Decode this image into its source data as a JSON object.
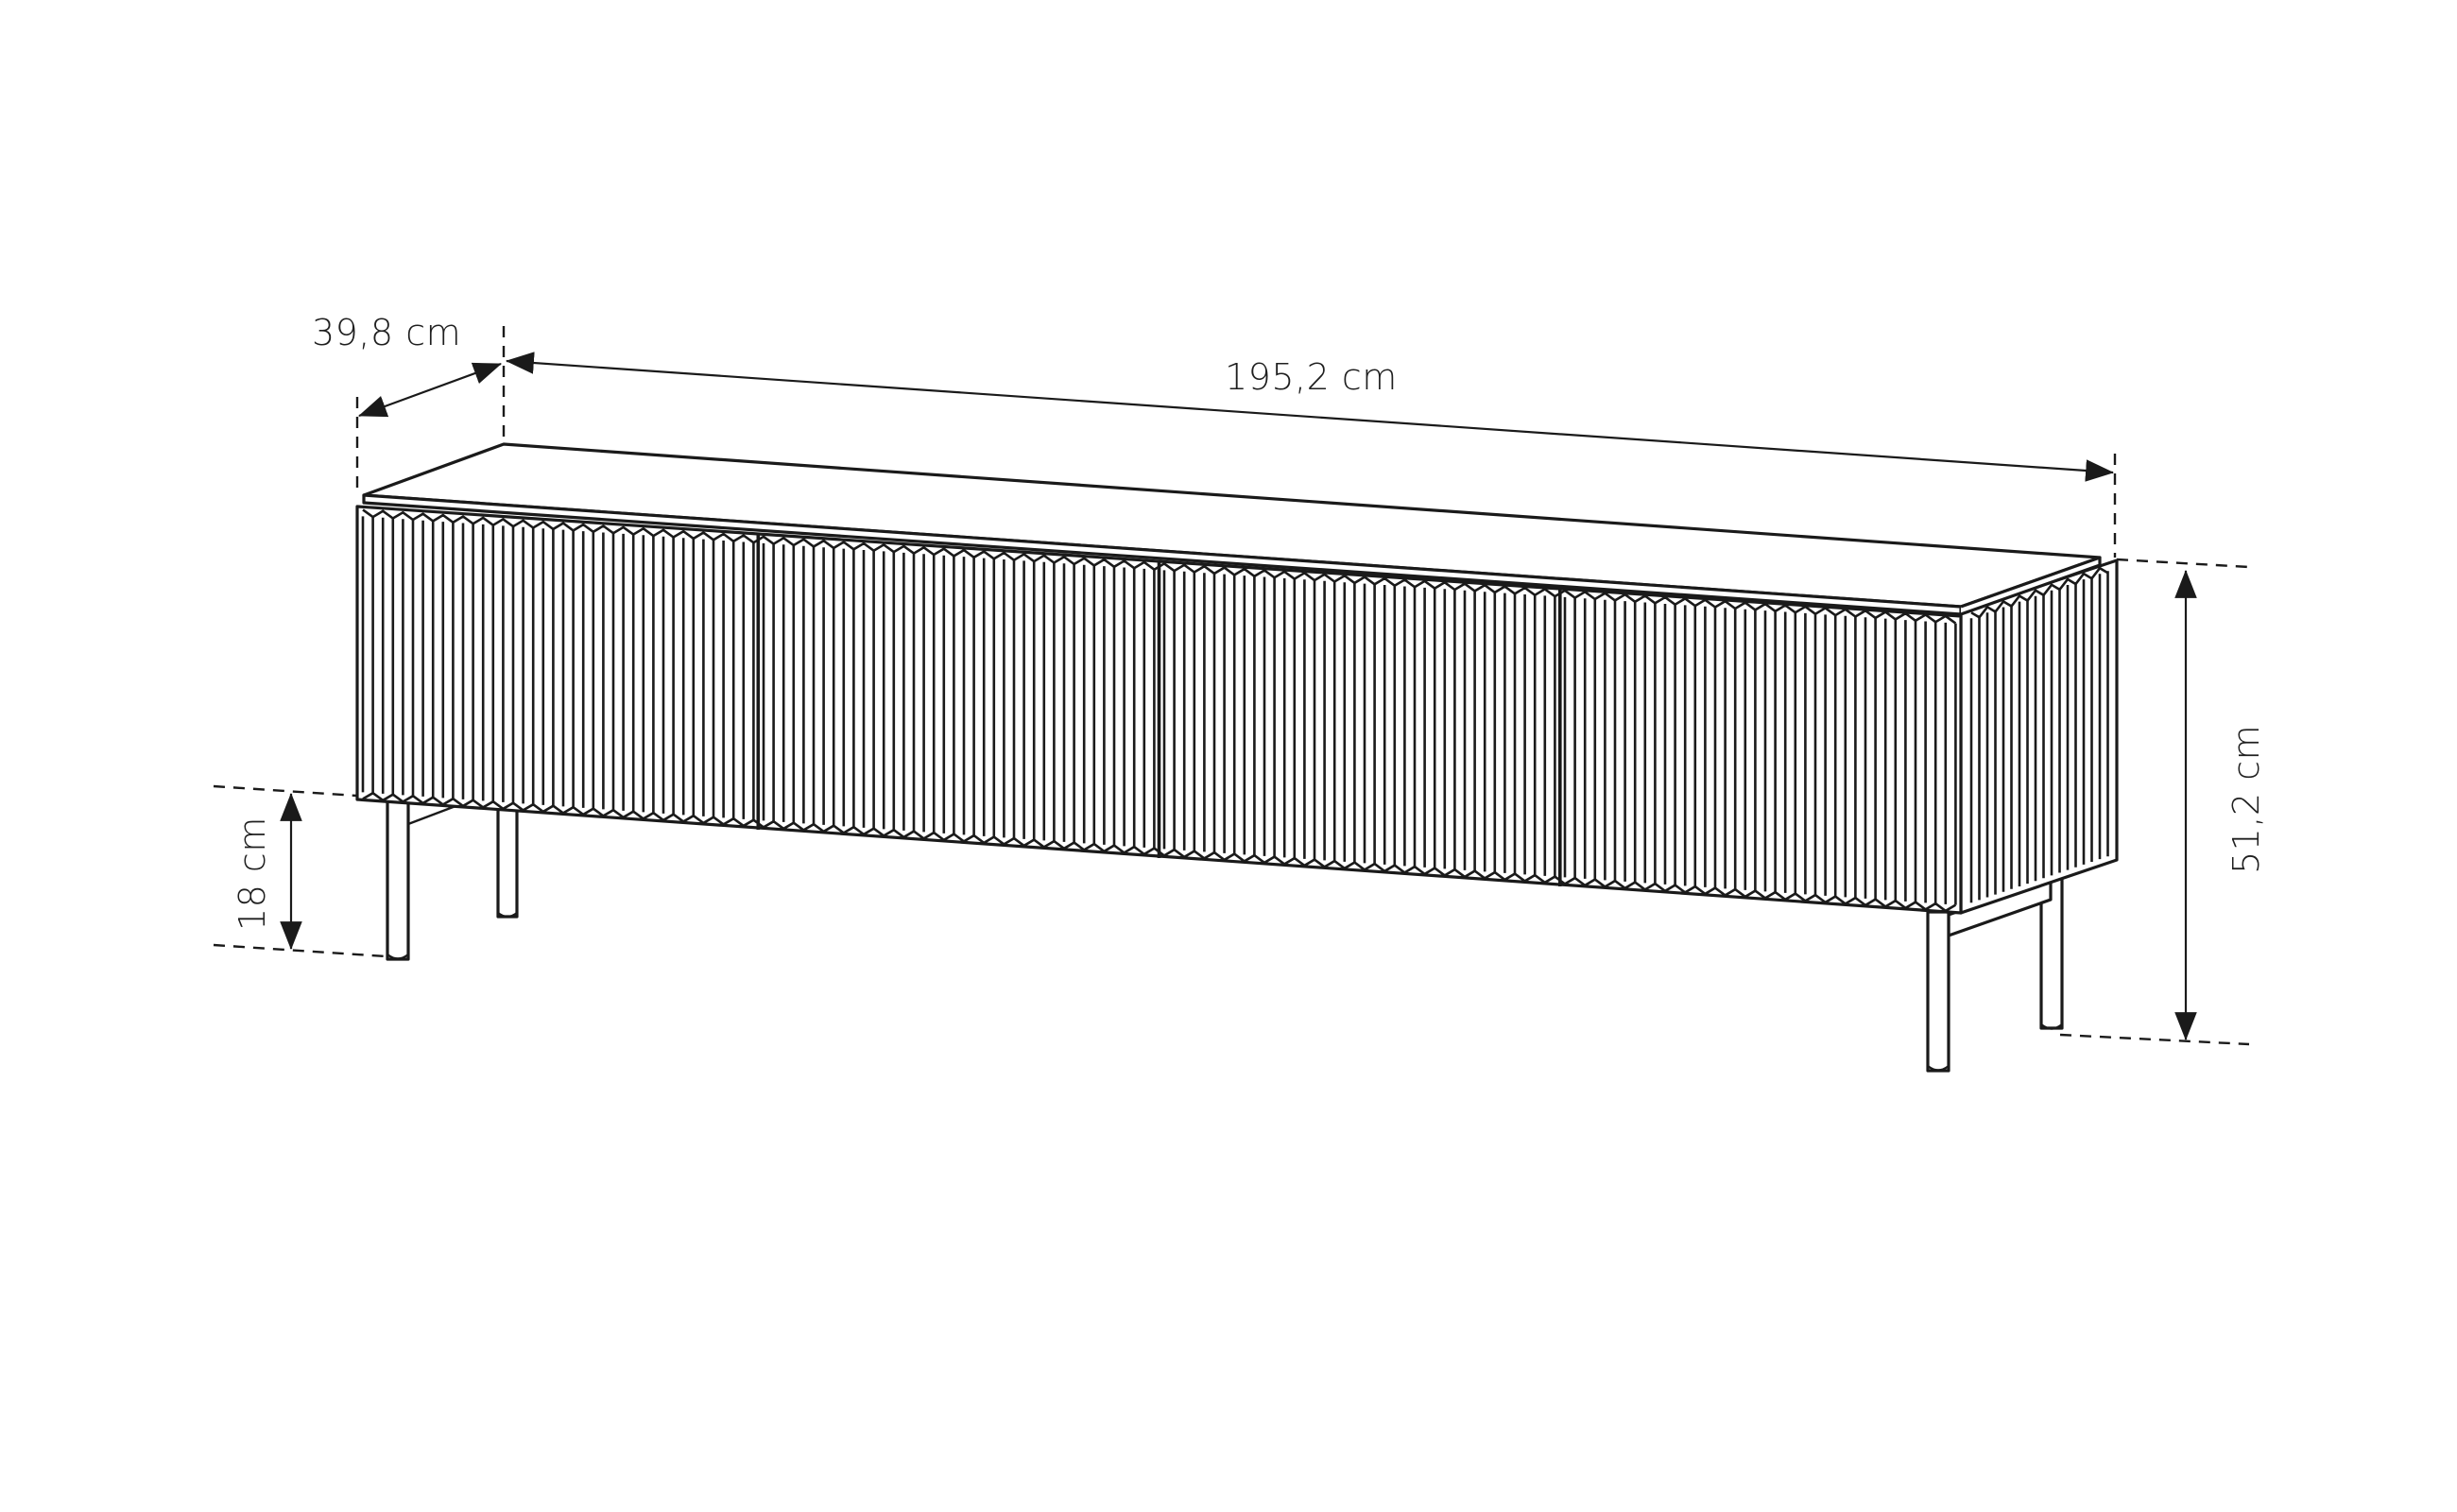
{
  "drawing": {
    "subject": "fluted TV cabinet on four legs, isometric dimension drawing",
    "line_color": "#1a1a1a",
    "background": "#ffffff",
    "door_panels": 4
  },
  "dimensions": {
    "depth": {
      "label": "39,8 cm",
      "value": 39.8,
      "unit": "cm"
    },
    "width": {
      "label": "195,2 cm",
      "value": 195.2,
      "unit": "cm"
    },
    "height": {
      "label": "51,2 cm",
      "value": 51.2,
      "unit": "cm"
    },
    "leg_height": {
      "label": "18 cm",
      "value": 18,
      "unit": "cm"
    }
  }
}
